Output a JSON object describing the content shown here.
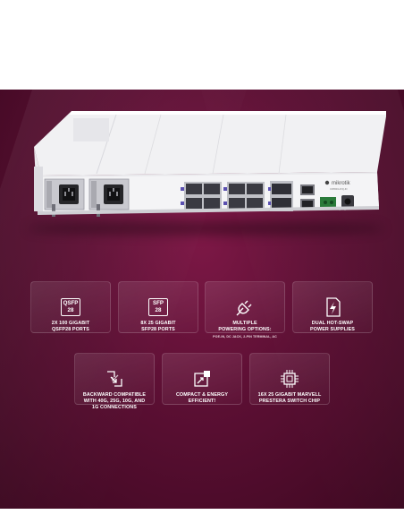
{
  "device": {
    "brand": "mikrotik",
    "model": "CRS504-4XQ-IN"
  },
  "features": [
    {
      "icon": "qsfp28-icon",
      "icon_text": [
        "QSFP",
        "28"
      ],
      "title": "2X 100 GIGABIT\nQSFP28 PORTS",
      "subtitle": ""
    },
    {
      "icon": "sfp28-icon",
      "icon_text": [
        "SFP",
        "28"
      ],
      "title": "8X 25 GIGABIT\nSFP28 PORTS",
      "subtitle": ""
    },
    {
      "icon": "power-plug-icon",
      "icon_text": [],
      "title": "MULTIPLE\nPOWERING OPTIONS:",
      "subtitle": "POE-IN, DC JACK, 2-PIN TERMINAL, AC"
    },
    {
      "icon": "hot-swap-power-icon",
      "icon_text": [],
      "title": "DUAL HOT-SWAP\nPOWER SUPPLIES",
      "subtitle": ""
    },
    {
      "icon": "backward-compatible-icon",
      "icon_text": [],
      "title": "BACKWARD COMPATIBLE\nWITH 40G, 25G, 10G, AND\n1G CONNECTIONS",
      "subtitle": ""
    },
    {
      "icon": "compact-energy-icon",
      "icon_text": [],
      "title": "COMPACT & ENERGY\nEFFICIENT!",
      "subtitle": ""
    },
    {
      "icon": "switch-chip-icon",
      "icon_text": [],
      "title": "16X 25 GIGABIT MARVELL\nPRESTERA SWITCH CHIP",
      "subtitle": ""
    }
  ],
  "colors": {
    "background_top": "#7d1846",
    "background_bottom": "#3c0820",
    "accent_port": "#5a4fb0",
    "text": "#ffffff"
  }
}
